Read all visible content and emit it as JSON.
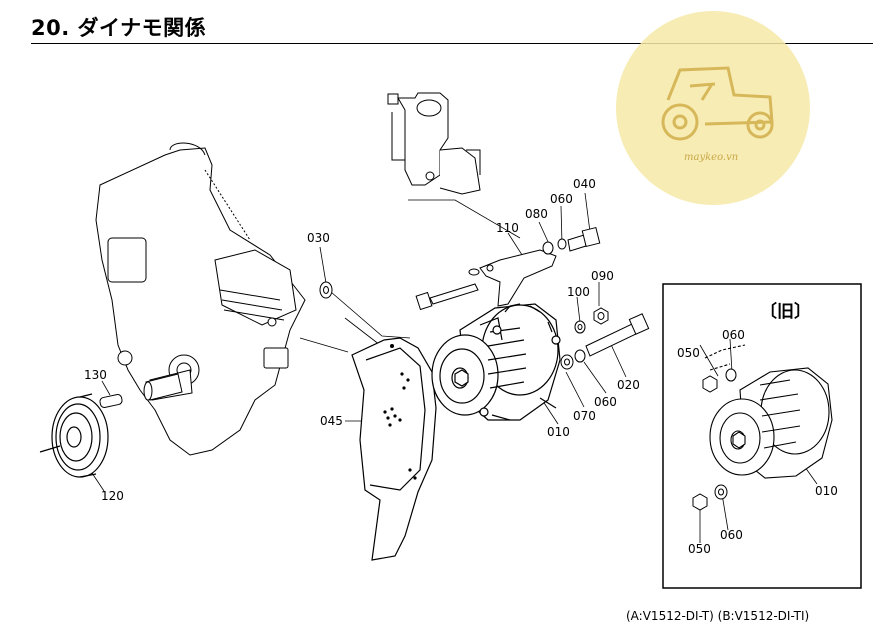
{
  "header": {
    "title": "20. ダイナモ関係"
  },
  "footer": {
    "model_note": "(A:V1512-DI-T) (B:V1512-DI-TI)"
  },
  "inset": {
    "label": "〔旧〕"
  },
  "watermark": {
    "text": "maykeo.vn",
    "logo_icon": "tractor-logo-icon",
    "color": "#f7e9a8"
  },
  "parts": [
    {
      "ref": "040"
    },
    {
      "ref": "060"
    },
    {
      "ref": "080"
    },
    {
      "ref": "110"
    },
    {
      "ref": "030"
    },
    {
      "ref": "090"
    },
    {
      "ref": "100"
    },
    {
      "ref": "020"
    },
    {
      "ref": "060"
    },
    {
      "ref": "070"
    },
    {
      "ref": "010"
    },
    {
      "ref": "045"
    },
    {
      "ref": "130"
    },
    {
      "ref": "120"
    }
  ],
  "inset_parts": [
    {
      "ref": "060"
    },
    {
      "ref": "050"
    },
    {
      "ref": "010"
    },
    {
      "ref": "050"
    },
    {
      "ref": "060"
    }
  ]
}
